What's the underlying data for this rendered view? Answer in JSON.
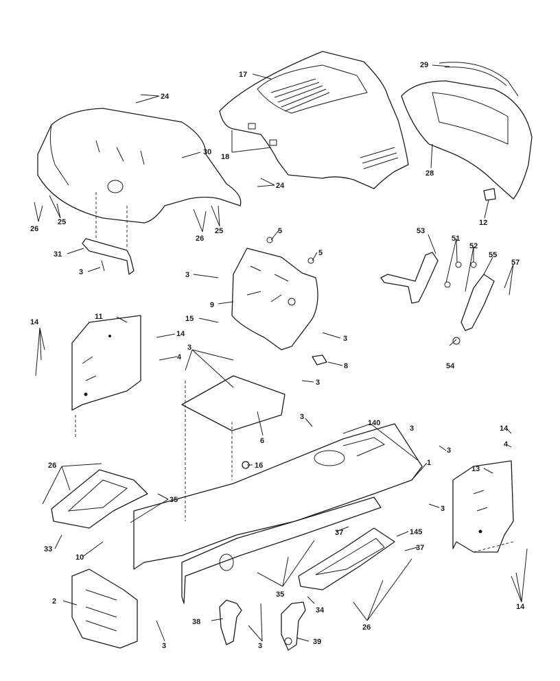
{
  "callouts": {
    "c17": "17",
    "c29": "29",
    "c24a": "24",
    "c30": "30",
    "c18": "18",
    "c24b": "24",
    "c28": "28",
    "c12": "12",
    "c26a": "26",
    "c25a": "25",
    "c26b": "26",
    "c25b": "25",
    "c31": "31",
    "c3a": "3",
    "c5a": "5",
    "c5b": "5",
    "c3b": "3",
    "c9": "9",
    "c53": "53",
    "c51": "51",
    "c52": "52",
    "c55": "55",
    "c57": "57",
    "c11": "11",
    "c14a": "14",
    "c15": "15",
    "c14b": "14",
    "c4a": "4",
    "c3c": "3",
    "c3d": "3",
    "c8": "8",
    "c3e": "3",
    "c54": "54",
    "c3f": "3",
    "c140": "140",
    "c3g": "3",
    "c6": "6",
    "c3h": "3",
    "c14c": "14",
    "c4b": "4",
    "c16": "16",
    "c1": "1",
    "c13": "13",
    "c26c": "26",
    "c35a": "35",
    "c3i": "3",
    "c37a": "37",
    "c145": "145",
    "c37b": "37",
    "c33": "33",
    "c10": "10",
    "c35b": "35",
    "c34": "34",
    "c2": "2",
    "c14d": "14",
    "c38": "38",
    "c3j": "3",
    "c39": "39",
    "c26d": "26",
    "c3k": "3"
  },
  "colors": {
    "ink": "#1a1a1a",
    "paper": "#ffffff"
  }
}
